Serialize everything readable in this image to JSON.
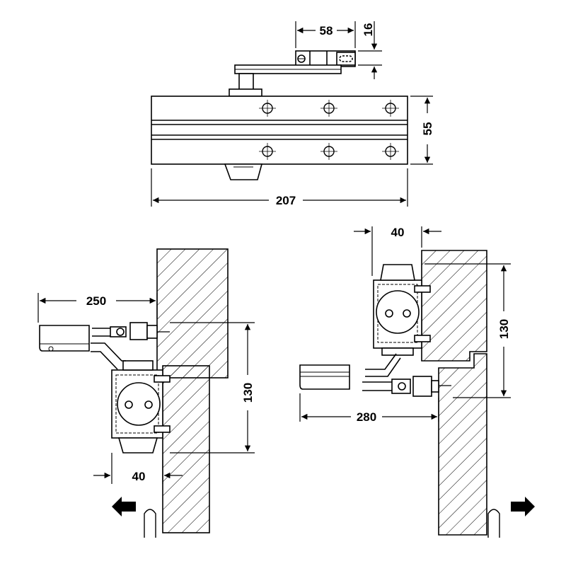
{
  "dimensions": {
    "arm_length": "58",
    "shoe_height": "16",
    "body_length": "207",
    "body_height": "55",
    "pull_side_distance": "250",
    "pull_side_height": "130",
    "pull_side_offset": "40",
    "push_side_offset": "40",
    "push_side_height": "130",
    "push_side_distance": "280"
  },
  "colors": {
    "line": "#000000",
    "fill": "#ffffff",
    "hatch": "#000000",
    "arrow": "#000000"
  },
  "icons": {
    "left_arrow": "arrow-left-icon",
    "right_arrow": "arrow-right-icon"
  }
}
